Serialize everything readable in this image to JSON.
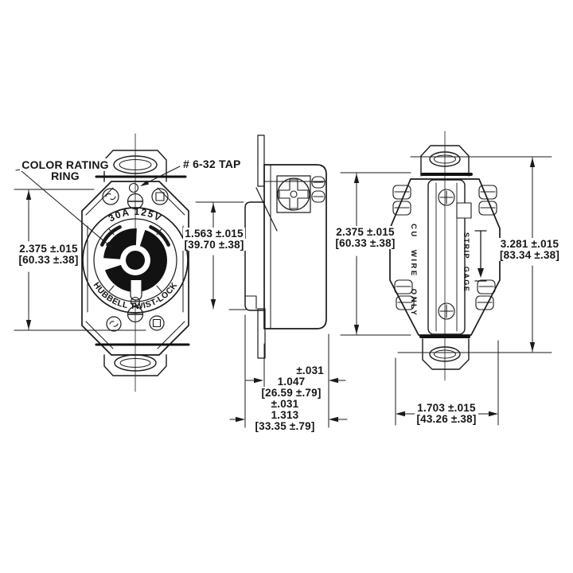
{
  "drawing": {
    "labels": {
      "color_rating_line1": "COLOR RATING",
      "color_rating_line2": "RING",
      "tap": "# 6-32 TAP",
      "face_rating": "30A 125V",
      "face_brand": "HUBBELL TWIST-LOCK",
      "cu_wire": "CU WIRE ONLY",
      "strip_gage": "STRIP GAGE"
    },
    "dimensions": {
      "front_height": {
        "in": "2.375 ±.015",
        "mm": "[60.33 ±.38]"
      },
      "face_height": {
        "in": "1.563 ±.015",
        "mm": "[39.70 ±.38]"
      },
      "side_height": {
        "in": "2.375 ±.015",
        "mm": "[60.33 ±.38]"
      },
      "rear_height": {
        "in": "3.281 ±.015",
        "mm": "[83.34 ±.38]"
      },
      "depth_to_face": {
        "tol": "±.031",
        "in": "1.047",
        "mm": "[26.59 ±.79]"
      },
      "overall_depth": {
        "tol": "±.031",
        "in": "1.313",
        "mm": "[33.35 ±.79]"
      },
      "rear_width": {
        "in": "1.703 ±.015",
        "mm": "[43.26 ±.38]"
      }
    },
    "colors": {
      "line": "#1a1a1a",
      "background": "#ffffff"
    }
  }
}
